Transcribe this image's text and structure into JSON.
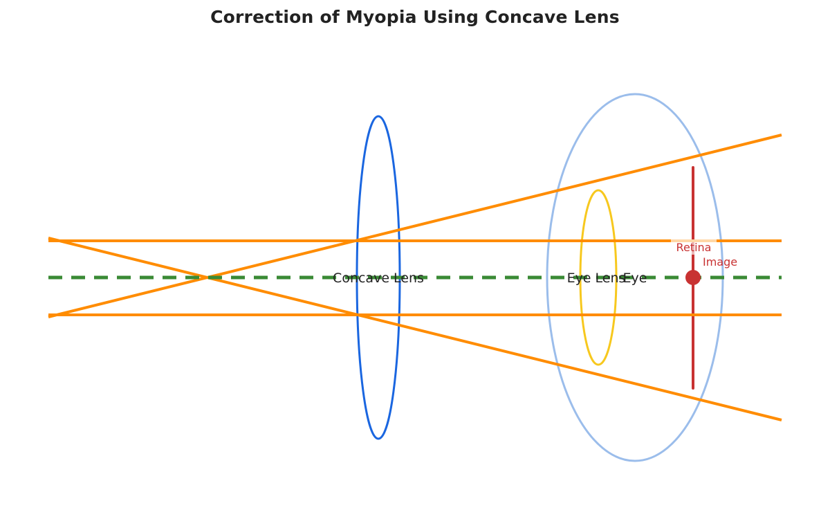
{
  "title": "Correction of Myopia Using Concave Lens",
  "labels": {
    "concave_lens": "Concave Lens",
    "eye_lens": "Eye Lens",
    "eye": "Eye",
    "retina": "Retina",
    "image": "Image"
  },
  "colors": {
    "ray": "#FF8C00",
    "axis": "#3A8A35",
    "concave_lens": "#1A66E0",
    "eye_outline": "#9BBDEB",
    "eye_lens": "#F7C81E",
    "retina": "#C83232",
    "text": "#222222"
  }
}
